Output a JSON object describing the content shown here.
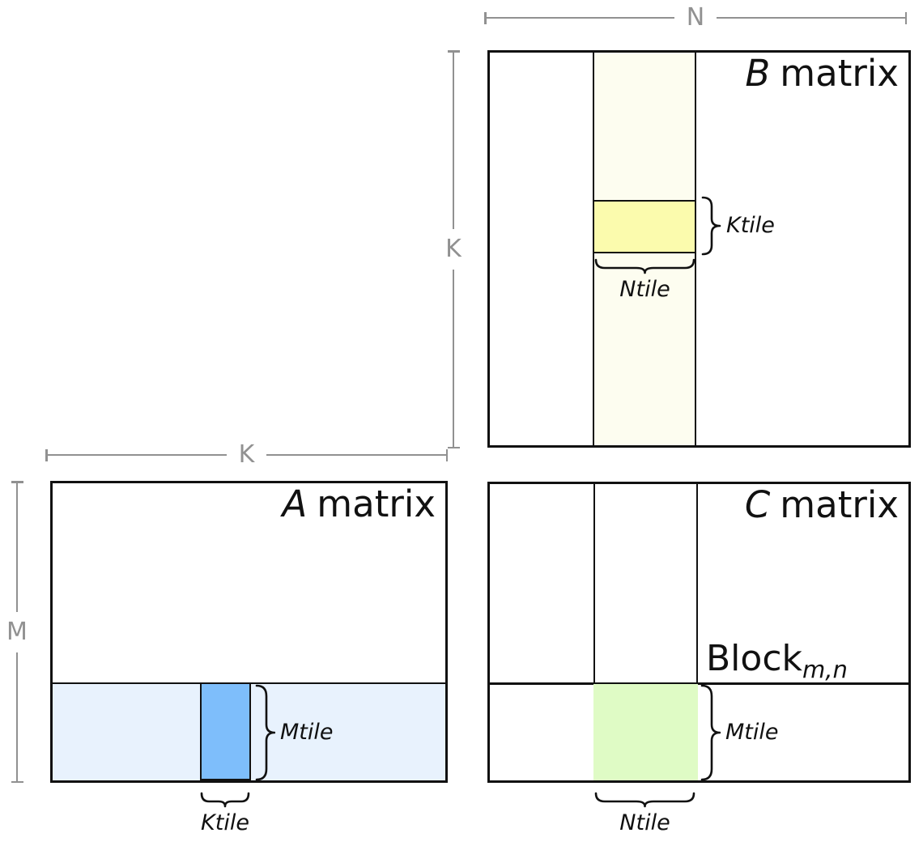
{
  "dimensions": {
    "n_label": "N",
    "k_vertical_label": "K",
    "k_horizontal_label": "K",
    "m_label": "M"
  },
  "b_matrix": {
    "title_letter": "B",
    "title_word": "matrix",
    "ktile_label": "Ktile",
    "ntile_label": "Ntile"
  },
  "a_matrix": {
    "title_letter": "A",
    "title_word": "matrix",
    "mtile_label": "Mtile",
    "ktile_label": "Ktile"
  },
  "c_matrix": {
    "title_letter": "C",
    "title_word": "matrix",
    "block_label": "Block",
    "block_subscript": "m,n",
    "mtile_label": "Mtile",
    "ntile_label": "Ntile"
  },
  "colors": {
    "b_column_fill": "#FDFDF0",
    "b_tile_fill": "#FBFBAD",
    "a_strip_fill": "#E8F2FD",
    "a_tile_fill": "#7EBEFB",
    "c_tile_fill": "#DFFBC5",
    "dimension_gray": "#919191",
    "line_black": "#111111"
  }
}
